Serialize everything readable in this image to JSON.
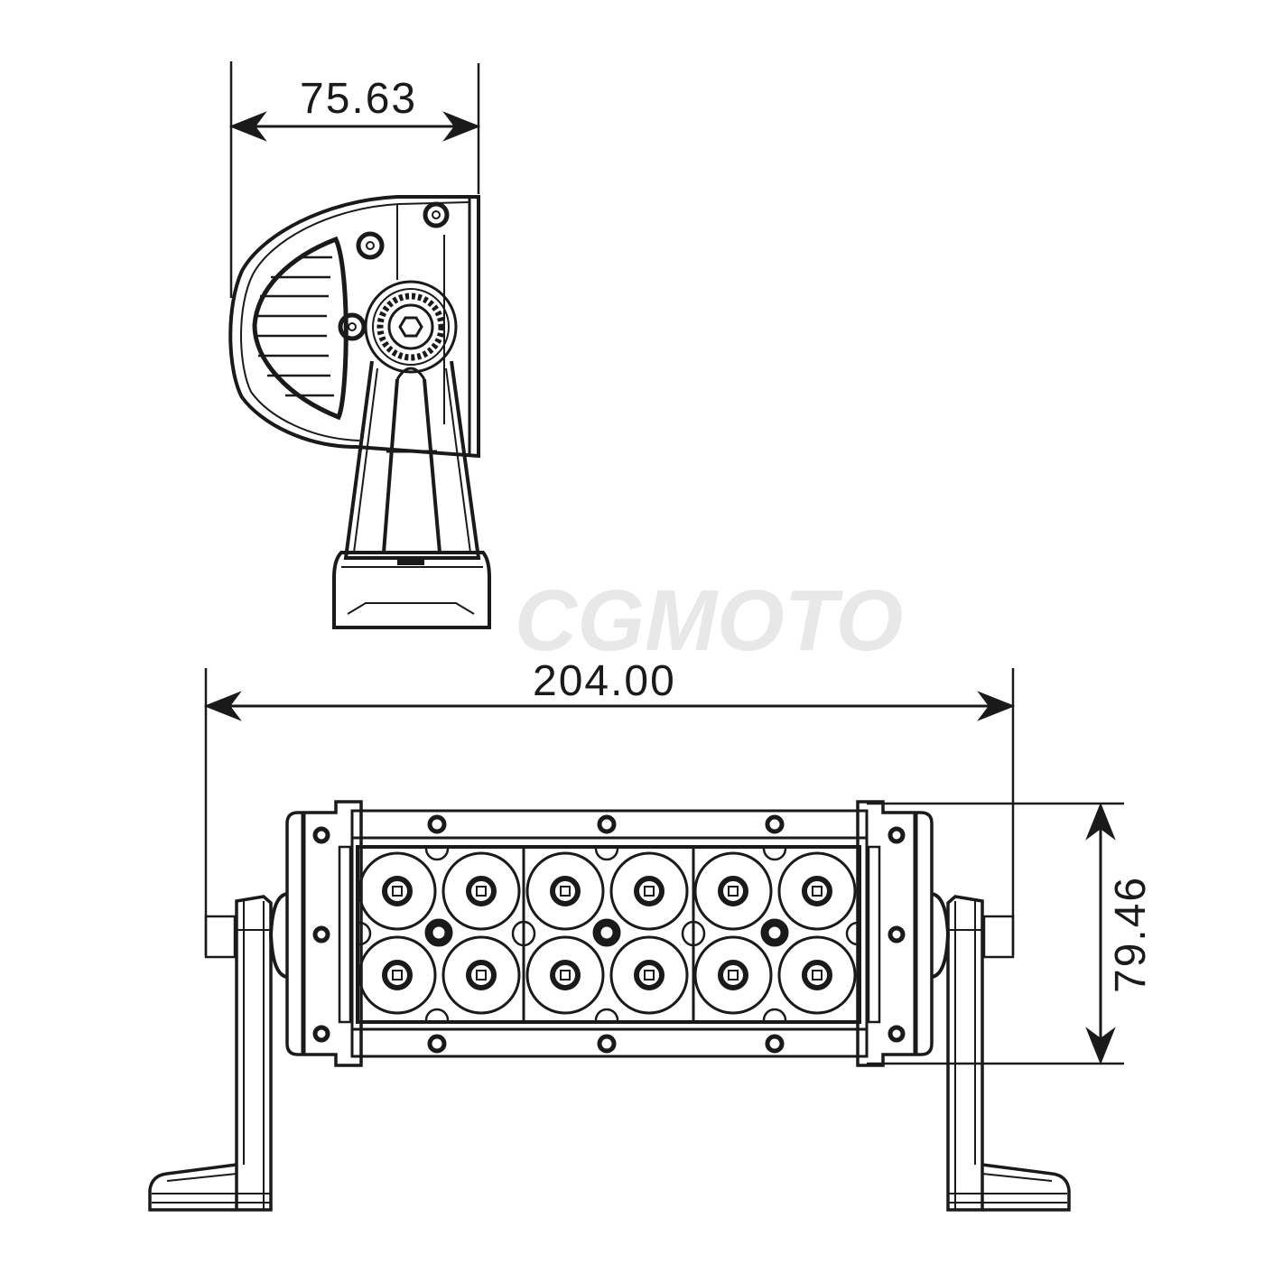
{
  "diagram": {
    "subject": "LED light bar technical drawing",
    "views": [
      {
        "name": "side-view",
        "description": "Side profile with mounting bracket"
      },
      {
        "name": "front-view",
        "description": "Front view showing 12 LED reflectors in 3 modules, with side mounting brackets"
      }
    ],
    "watermark": "CGMOTO",
    "dimensions": {
      "side_depth": "75.63",
      "overall_width": "204.00",
      "height": "79.46"
    },
    "led_layout": {
      "modules": 3,
      "rows": 2,
      "leds_per_module": 4,
      "total_leds": 12
    },
    "colors": {
      "line": "#1a1a1a",
      "background": "#ffffff",
      "watermark": "#e8e8e8"
    }
  }
}
